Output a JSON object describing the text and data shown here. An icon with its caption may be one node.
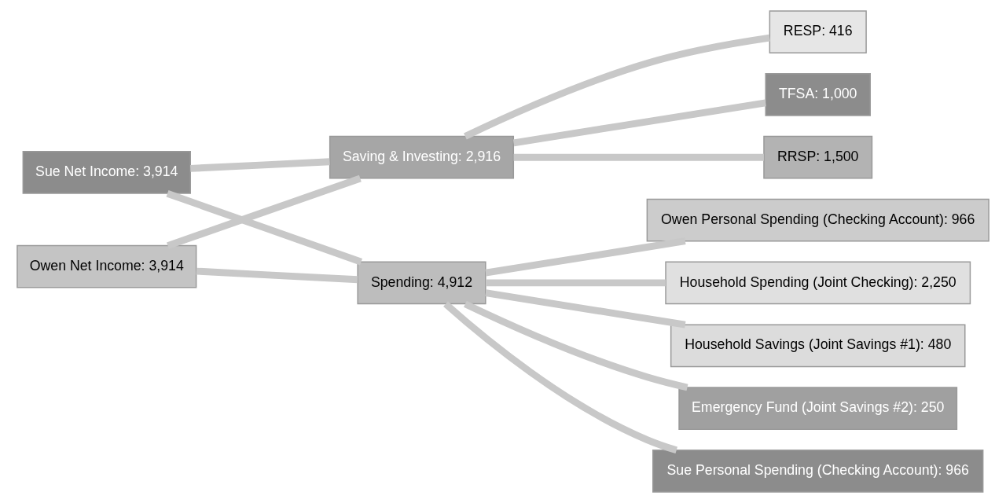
{
  "diagram": {
    "nodes": [
      {
        "text": [
          "Sue Net Income: 3,914"
        ]
      },
      {
        "text": [
          "Owen Net Income: 3,914"
        ]
      },
      {
        "text": [
          "Saving & Investing: 2,916"
        ]
      },
      {
        "text": [
          "Spending: 4,912"
        ]
      },
      {
        "text": [
          "RESP: 416"
        ]
      },
      {
        "text": [
          "TFSA: 1,000"
        ]
      },
      {
        "text": [
          "RRSP: 1,500"
        ]
      },
      {
        "text": [
          "Sue Personal Spending (Checking Account): 966"
        ]
      },
      {
        "text": [
          "Owen Personal Spending (Checking Account): 966"
        ]
      },
      {
        "text": [
          "Household Spending (Joint Checking): 2,250"
        ]
      },
      {
        "text": [
          "Household Savings (Joint Savings #1): 480"
        ]
      },
      {
        "text": [
          "Emergency Fund (Joint Savings #2): 250"
        ]
      }
    ],
    "edges": [
      {
        "from": 0,
        "to": 2,
        "arrow": "none"
      },
      {
        "from": 0,
        "to": 3,
        "arrow": "none"
      },
      {
        "from": 1,
        "to": 2,
        "arrow": "none"
      },
      {
        "from": 1,
        "to": 3,
        "arrow": "none"
      },
      {
        "from": 2,
        "to": 4,
        "arrow": "none"
      },
      {
        "from": 2,
        "to": 5,
        "arrow": "none"
      },
      {
        "from": 2,
        "to": 6,
        "arrow": "none"
      },
      {
        "from": 3,
        "to": 7,
        "arrow": "none"
      },
      {
        "from": 3,
        "to": 8,
        "arrow": "none"
      },
      {
        "from": 3,
        "to": 9,
        "arrow": "none"
      },
      {
        "from": 3,
        "to": 10,
        "arrow": "none"
      },
      {
        "from": 3,
        "to": 11,
        "arrow": "none"
      }
    ]
  }
}
